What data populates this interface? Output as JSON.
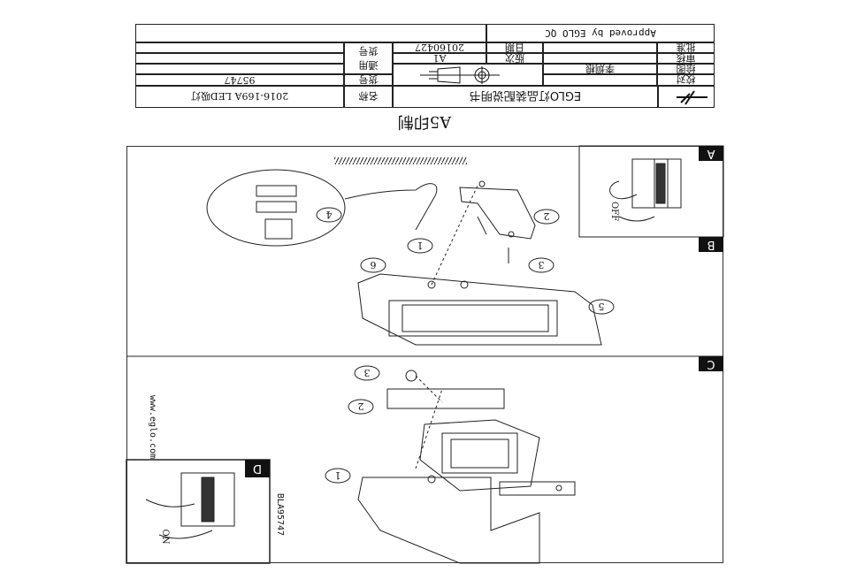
{
  "title_block": {
    "approved": "Approved by EGLO QC",
    "doc_title": "EGLO灯品装配说明书",
    "logo_text": "EGLO",
    "rows": {
      "approve_label": "批准",
      "review_label": "审核",
      "drawing_label": "绘图",
      "drawing_value": "李炯根",
      "check_label": "校对",
      "date_label": "日期",
      "date_value": "20160427",
      "version_label": "版次",
      "version_value": "A1",
      "name_label": "名称",
      "name_value": "2016-169A LED吸灯",
      "item_no_label": "货号",
      "item_no_value": "95747",
      "general_item_label": "通用货号"
    }
  },
  "print_size": "A5印制",
  "panels": {
    "a": "A",
    "b": "B",
    "c": "C",
    "d": "D",
    "off_label": "OFF",
    "on_label": "ON",
    "website": "www.eglo.com",
    "code": "BLA95747",
    "steps": [
      "1",
      "2",
      "3",
      "4",
      "5",
      "6"
    ]
  }
}
